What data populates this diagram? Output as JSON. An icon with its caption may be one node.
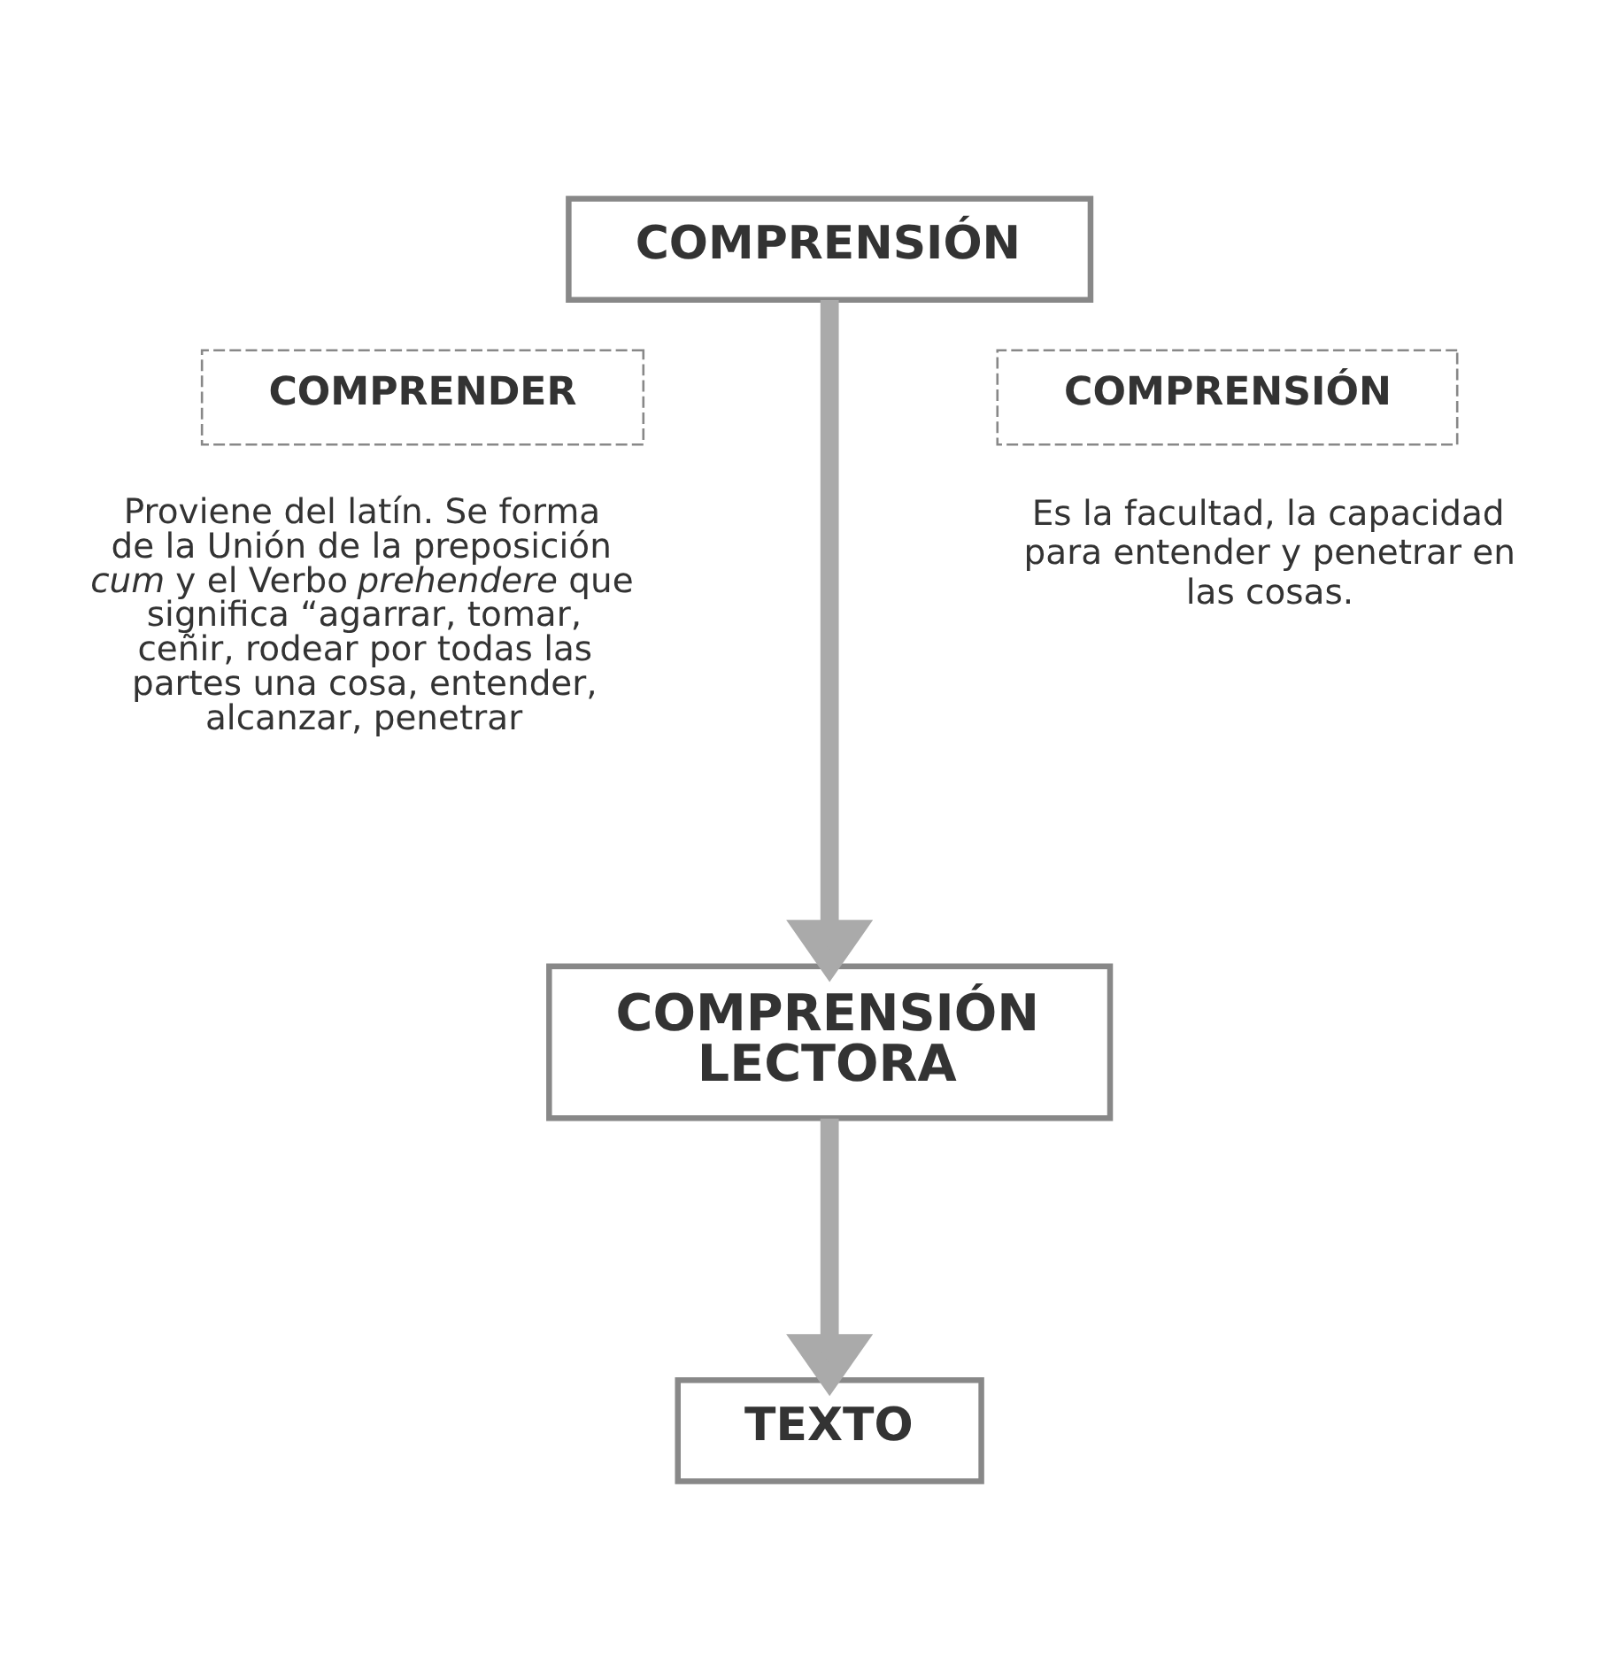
{
  "diagram": {
    "nodes": [
      {
        "text": [
          "COMPRENSIÓN"
        ]
      },
      {
        "text": [
          "COMPRENDER"
        ],
        "beside": [
          "Proviene del latín. Se forma de la Unión de la preposición *cum* y el Verbo *prehendere* que significa “agarrar, tomar, ceñir, rodear por todas las partes una cosa, entender, alcanzar, penetrar"
        ]
      },
      {
        "text": [
          "COMPRENSIÓN"
        ],
        "beside": [
          "Es la facultad, la capacidad para entender y penetrar en las cosas."
        ]
      },
      {
        "text": [
          "COMPRENSIÓN LECTORA"
        ]
      },
      {
        "text": [
          "TEXTO"
        ]
      }
    ],
    "edges": [
      {
        "from": 0,
        "to": 3,
        "arrow": "to"
      },
      {
        "from": 3,
        "to": 4,
        "arrow": "to"
      }
    ]
  }
}
